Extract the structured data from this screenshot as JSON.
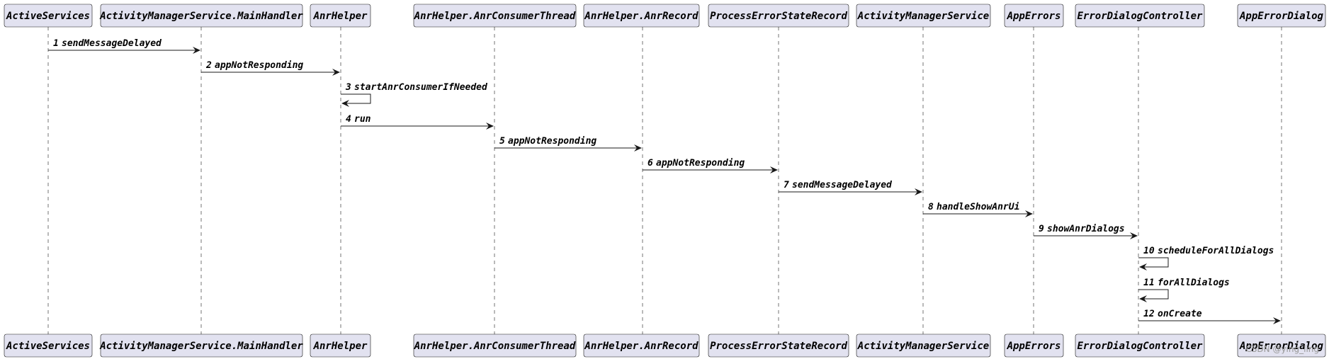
{
  "participants": [
    "ActiveServices",
    "ActivityManagerService.MainHandler",
    "AnrHelper",
    "AnrHelper.AnrConsumerThread",
    "AnrHelper.AnrRecord",
    "ProcessErrorStateRecord",
    "ActivityManagerService",
    "AppErrors",
    "ErrorDialogController",
    "AppErrorDialog"
  ],
  "messages": [
    {
      "num": "1",
      "label": "sendMessageDelayed",
      "from": 0,
      "to": 1
    },
    {
      "num": "2",
      "label": "appNotResponding",
      "from": 1,
      "to": 2
    },
    {
      "num": "3",
      "label": "startAnrConsumerIfNeeded",
      "from": 2,
      "to": 2
    },
    {
      "num": "4",
      "label": "run",
      "from": 2,
      "to": 3
    },
    {
      "num": "5",
      "label": "appNotResponding",
      "from": 3,
      "to": 4
    },
    {
      "num": "6",
      "label": "appNotResponding",
      "from": 4,
      "to": 5
    },
    {
      "num": "7",
      "label": "sendMessageDelayed",
      "from": 5,
      "to": 6
    },
    {
      "num": "8",
      "label": "handleShowAnrUi",
      "from": 6,
      "to": 7
    },
    {
      "num": "9",
      "label": "showAnrDialogs",
      "from": 7,
      "to": 8
    },
    {
      "num": "10",
      "label": "scheduleForAllDialogs",
      "from": 8,
      "to": 8
    },
    {
      "num": "11",
      "label": "forAllDialogs",
      "from": 8,
      "to": 8
    },
    {
      "num": "12",
      "label": "onCreate",
      "from": 8,
      "to": 9
    }
  ],
  "watermark": "CSDN @ying_ling"
}
